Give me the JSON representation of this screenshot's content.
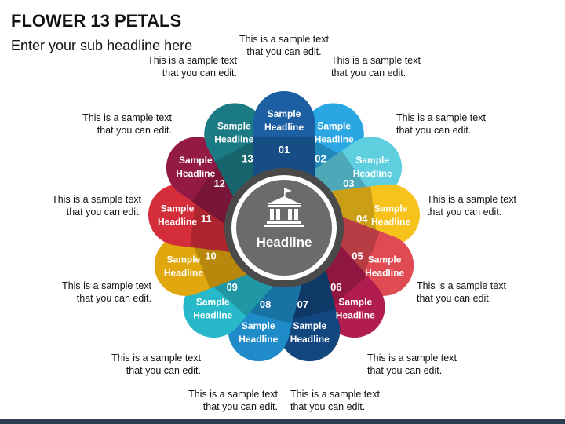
{
  "header": {
    "title": "FLOWER 13 PETALS",
    "subtitle": "Enter your sub headline here"
  },
  "center": {
    "label": "Headline",
    "icon": "bank-icon",
    "fill": "#6b6b6b",
    "ring": "#4a4a4a"
  },
  "petals": [
    {
      "num": "01",
      "label": "Sample\nHeadline",
      "color": "#1c5fa3",
      "caption": "This is a sample text\nthat you can edit."
    },
    {
      "num": "02",
      "label": "Sample\nHeadline",
      "color": "#2aa7e2",
      "caption": "This is a sample text\nthat you can edit."
    },
    {
      "num": "03",
      "label": "Sample\nHeadline",
      "color": "#5fcfe0",
      "caption": "This is a sample text\nthat you can edit."
    },
    {
      "num": "04",
      "label": "Sample\nHeadline",
      "color": "#f7c21c",
      "caption": "This is a sample text\nthat you can edit."
    },
    {
      "num": "05",
      "label": "Sample\nHeadline",
      "color": "#e04a52",
      "caption": "This is a sample text\nthat you can edit."
    },
    {
      "num": "06",
      "label": "Sample\nHeadline",
      "color": "#b01d4e",
      "caption": "This is a sample text\nthat you can edit."
    },
    {
      "num": "07",
      "label": "Sample\nHeadline",
      "color": "#12467e",
      "caption": "This is a sample text\nthat you can edit."
    },
    {
      "num": "08",
      "label": "Sample\nHeadline",
      "color": "#1f8cc9",
      "caption": "This is a sample text\nthat you can edit."
    },
    {
      "num": "09",
      "label": "Sample\nHeadline",
      "color": "#27b9c9",
      "caption": "This is a sample text\nthat you can edit."
    },
    {
      "num": "10",
      "label": "Sample\nHeadline",
      "color": "#e0a70e",
      "caption": "This is a sample text\nthat you can edit."
    },
    {
      "num": "11",
      "label": "Sample\nHeadline",
      "color": "#d42e3a",
      "caption": "This is a sample text\nthat you can edit."
    },
    {
      "num": "12",
      "label": "Sample\nHeadline",
      "color": "#931a45",
      "caption": "This is a sample text\nthat you can edit."
    },
    {
      "num": "13",
      "label": "Sample\nHeadline",
      "color": "#1b7b84",
      "caption": "This is a sample text\nthat you can edit."
    }
  ]
}
